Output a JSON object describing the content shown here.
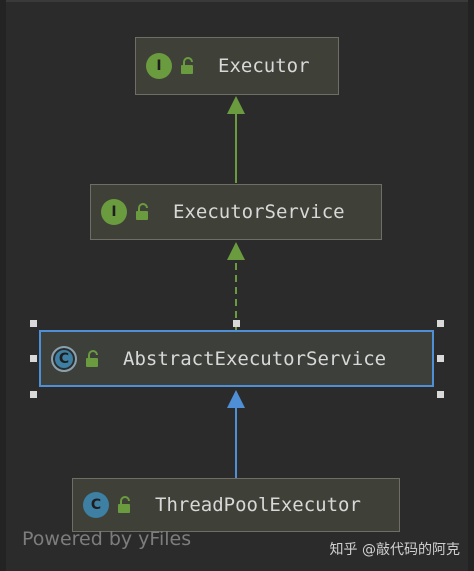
{
  "diagram": {
    "nodes": [
      {
        "id": "executor",
        "badge": "I",
        "kind": "interface",
        "label": "Executor"
      },
      {
        "id": "executor-service",
        "badge": "I",
        "kind": "interface",
        "label": "ExecutorService"
      },
      {
        "id": "abstract-executor-service",
        "badge": "C",
        "kind": "abstract-class",
        "label": "AbstractExecutorService"
      },
      {
        "id": "thread-pool-executor",
        "badge": "C",
        "kind": "class",
        "label": "ThreadPoolExecutor"
      }
    ],
    "edges": [
      {
        "from": "executor-service",
        "to": "executor",
        "style": "solid",
        "color": "#6a9c3f"
      },
      {
        "from": "abstract-executor-service",
        "to": "executor-service",
        "style": "dashed",
        "color": "#6a9c3f"
      },
      {
        "from": "thread-pool-executor",
        "to": "abstract-executor-service",
        "style": "solid",
        "color": "#4f8fd6"
      }
    ],
    "selected": "abstract-executor-service"
  },
  "colors": {
    "background": "#2b2b2b",
    "interface_badge": "#6a9c3f",
    "class_badge": "#3e7fa4",
    "selection": "#4f8fd6"
  },
  "watermark": {
    "left": "Powered by yFiles",
    "right": "知乎 @敲代码的阿克"
  }
}
